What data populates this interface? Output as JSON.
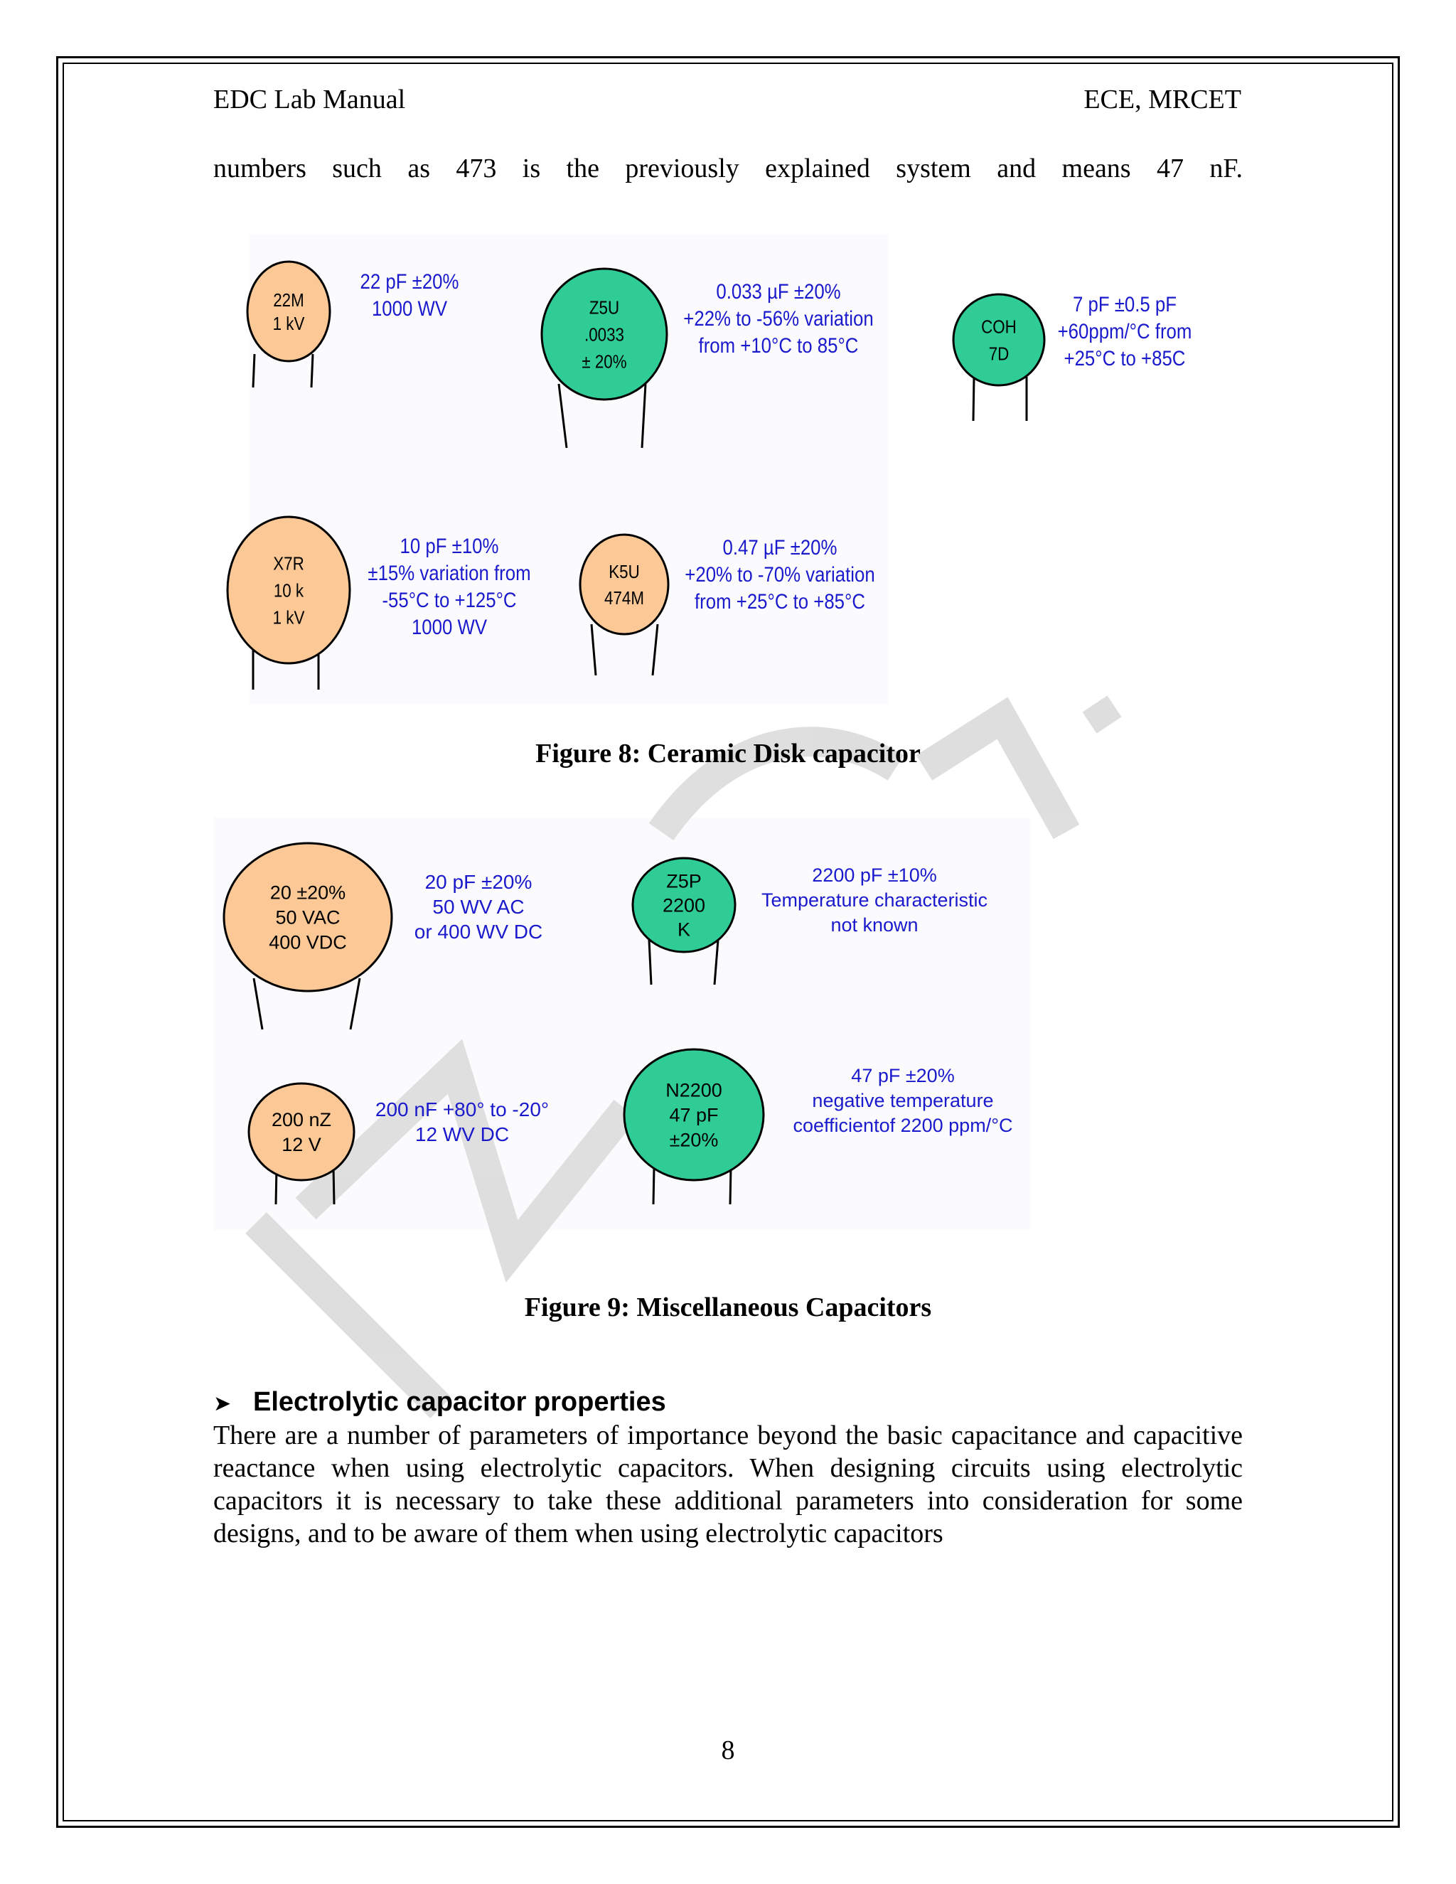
{
  "header": {
    "left": "EDC Lab Manual",
    "right": "ECE, MRCET"
  },
  "intro_text": "numbers such as 473 is the previously explained system and means 47 nF.",
  "colors": {
    "orange": "#fbc896",
    "green": "#2fcc96",
    "blue_text": "#1a1acc",
    "watermark": "#d8d8d8"
  },
  "figure8": {
    "caption": "Figure 8: Ceramic Disk capacitor",
    "capacitors": [
      {
        "body": [
          "22M",
          "1 kV"
        ],
        "desc": [
          "22 pF ±20%",
          "1000 WV"
        ]
      },
      {
        "body": [
          "Z5U",
          ".0033",
          "± 20%"
        ],
        "desc": [
          "0.033 µF ±20%",
          "+22% to -56% variation",
          "from +10°C to 85°C"
        ]
      },
      {
        "body": [
          "COH",
          "7D"
        ],
        "desc": [
          "7 pF ±0.5 pF",
          "+60ppm/°C from",
          "+25°C to +85C"
        ]
      },
      {
        "body": [
          "X7R",
          "10 k",
          "1 kV"
        ],
        "desc": [
          "10 pF ±10%",
          "±15% variation from",
          "-55°C to +125°C",
          "1000 WV"
        ]
      },
      {
        "body": [
          "K5U",
          "474M"
        ],
        "desc": [
          "0.47 µF ±20%",
          "+20% to -70% variation",
          "from +25°C to +85°C"
        ]
      }
    ]
  },
  "figure9": {
    "caption": "Figure 9:  Miscellaneous Capacitors",
    "capacitors": [
      {
        "body": [
          "20  ±20%",
          "50 VAC",
          "400 VDC"
        ],
        "desc": [
          "20 pF  ±20%",
          "50 WV AC",
          "or 400 WV DC"
        ]
      },
      {
        "body": [
          "Z5P",
          "2200",
          "K"
        ],
        "desc": [
          "2200 pF ±10%",
          "Temperature characteristic",
          "not known"
        ]
      },
      {
        "body": [
          "200 nZ",
          "12 V"
        ],
        "desc": [
          "200 nF +80° to -20°",
          "12 WV DC"
        ]
      },
      {
        "body": [
          "N2200",
          "47 pF",
          "±20%"
        ],
        "desc": [
          "47 pF  ±20%",
          "negative temperature",
          "coefficientof 2200 ppm/°C"
        ]
      }
    ]
  },
  "section": {
    "title": "Electrolytic capacitor properties",
    "body": "There are a number of parameters of importance beyond the basic capacitance and capacitive reactance when using electrolytic capacitors. When designing circuits using electrolytic capacitors it is necessary to take these additional parameters into consideration for some designs, and to be aware of them when using electrolytic capacitors"
  },
  "page_number": "8"
}
